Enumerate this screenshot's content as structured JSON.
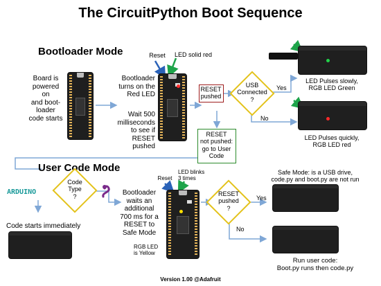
{
  "title": "The CircuitPython Boot Sequence",
  "sections": {
    "bootloader": "Bootloader Mode",
    "usercode": "User Code Mode"
  },
  "bootloader": {
    "powered_text": "Board is\npowered on\nand boot-\nloader\ncode starts",
    "reset_label": "Reset",
    "led_solid": "LED solid red",
    "turns_on": "Bootloader\nturns on the\nRed LED",
    "wait500": "Wait 500\nmilliseconds\nto see if\nRESET pushed",
    "reset_pushed": "RESET\npushed",
    "reset_not_pushed": "RESET\nnot pushed:\ngo to User\nCode",
    "usb_decision": "USB\nConnected\n?",
    "yes": "Yes",
    "no": "No",
    "green_caption": "LED Pulses slowly,\nRGB LED Green",
    "red_caption": "LED Pulses quickly,\nRGB LED red"
  },
  "usercode": {
    "arduino": "ARDUINO",
    "code_type": "Code\nType\n?",
    "code_starts": "Code starts immediately",
    "reset_label": "Reset",
    "led_blinks": "LED blinks\n3 times",
    "bootloader_waits": "Bootloader\nwaits an\nadditional\n700 ms for a\nRESET to\nSafe Mode",
    "rgb_yellow": "RGB LED\nis Yellow",
    "reset_decision": "RESET\npushed\n?",
    "yes": "Yes",
    "no": "No",
    "safe_mode": "Safe Mode:  is a USB drive,\ncode.py and boot.py are not run",
    "run_user_code": "Run user code:\nBoot.py runs then code.py"
  },
  "footer": "Version 1.00 @Adafruit",
  "colors": {
    "arrow": "#7fa7d6",
    "decision_border": "#e3c21a",
    "red_box": "#9e1c1c",
    "green_box": "#2b8a2b",
    "pointer_blue": "#2a62b8",
    "pointer_green": "#1ea44a",
    "pointer_yellow": "#f1c40f",
    "pointer_purple": "#6a2aa0",
    "led_red": "#ff2a2a",
    "led_green": "#22d24a",
    "led_yellow": "#ffe000"
  },
  "icons": [
    "board-image",
    "usb-cable-image",
    "python-snake-icon",
    "arduino-logo"
  ]
}
